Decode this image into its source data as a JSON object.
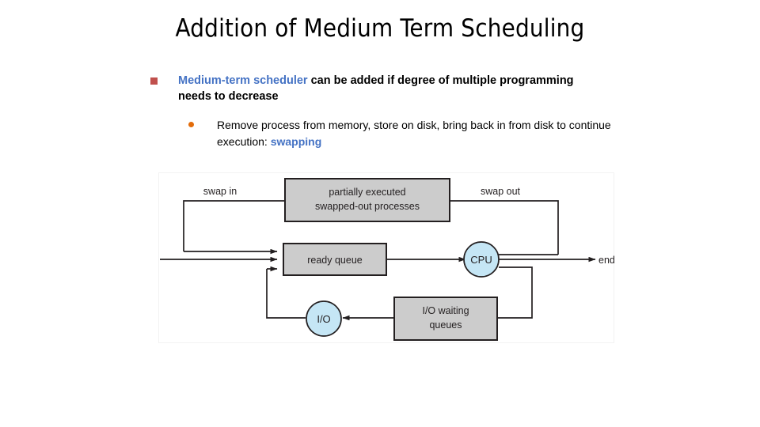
{
  "slide": {
    "title": "Addition of Medium Term Scheduling",
    "bullets": [
      {
        "level": 1,
        "marker": "square-bullet",
        "marker_color": "#c0504d",
        "segments": [
          {
            "text": "Medium-term scheduler",
            "style": "accent-bold",
            "color": "#4472c4"
          },
          {
            "text": "  can be added if degree of multiple programming needs to decrease",
            "style": "bold",
            "color": "#000000"
          }
        ]
      },
      {
        "level": 2,
        "marker": "round-bullet",
        "marker_color": "#e36c0a",
        "segments": [
          {
            "text": "Remove process from memory, store on disk, bring back in from disk to continue execution: ",
            "style": "normal",
            "color": "#000000"
          },
          {
            "text": "swapping",
            "style": "accent-bold",
            "color": "#4472c4"
          }
        ]
      }
    ]
  },
  "diagram": {
    "name": "medium-term-scheduling-queueing-diagram",
    "colors": {
      "box_fill": "#cccccc",
      "box_stroke": "#231f20",
      "circle_fill": "#c5e6f5",
      "circle_stroke": "#231f20",
      "line": "#231f20"
    },
    "boxes": [
      {
        "id": "swapped-out-processes",
        "lines": [
          "partially executed",
          "swapped-out processes"
        ]
      },
      {
        "id": "ready-queue",
        "lines": [
          "ready queue"
        ]
      },
      {
        "id": "io-waiting-queues",
        "lines": [
          "I/O waiting",
          "queues"
        ]
      }
    ],
    "circles": [
      {
        "id": "cpu",
        "label": "CPU"
      },
      {
        "id": "io",
        "label": "I/O"
      }
    ],
    "labels": [
      {
        "id": "swap-in",
        "text": "swap in"
      },
      {
        "id": "swap-out",
        "text": "swap out"
      },
      {
        "id": "end",
        "text": "end"
      }
    ]
  }
}
